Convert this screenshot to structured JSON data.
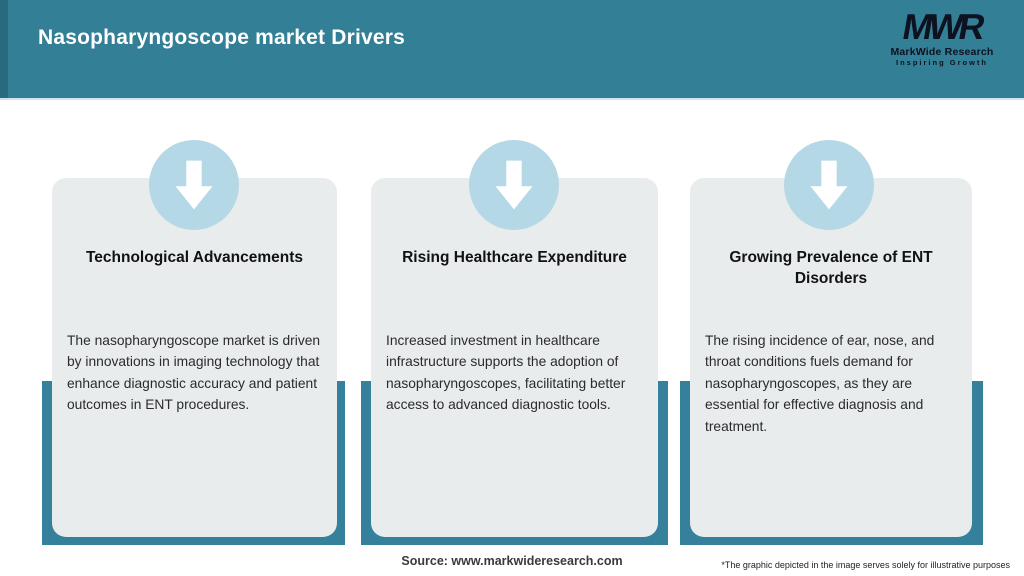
{
  "header": {
    "title": "Nasopharyngoscope market Drivers",
    "logo": {
      "monogram": "MWR",
      "name": "MarkWide Research",
      "tagline": "Inspiring Growth"
    }
  },
  "cards": [
    {
      "icon": "down-arrow-icon",
      "title": "Technological Advancements",
      "body": "The nasopharyngoscope market is driven by innovations in imaging technology that enhance diagnostic accuracy and patient outcomes in ENT procedures."
    },
    {
      "icon": "down-arrow-icon",
      "title": "Rising Healthcare Expenditure",
      "body": "Increased investment in healthcare infrastructure supports the adoption of nasopharyngoscopes, facilitating better access to advanced diagnostic tools."
    },
    {
      "icon": "down-arrow-icon",
      "title": "Growing Prevalence of ENT Disorders",
      "body": "The rising incidence of ear, nose, and throat conditions fuels demand for nasopharyngoscopes, as they are essential for effective diagnosis and treatment."
    }
  ],
  "footer": {
    "source": "Source: www.markwideresearch.com",
    "disclaimer": "*The graphic depicted in the image serves solely for illustrative purposes"
  },
  "colors": {
    "header_teal": "#337f96",
    "header_accent_dark": "#2a6a80",
    "card_band_teal": "#35819b",
    "card_background": "#e9eced",
    "icon_circle_blue": "#b5d8e6",
    "arrow_white": "#ffffff",
    "title_text": "#121212",
    "body_text": "#2b2b2b"
  }
}
